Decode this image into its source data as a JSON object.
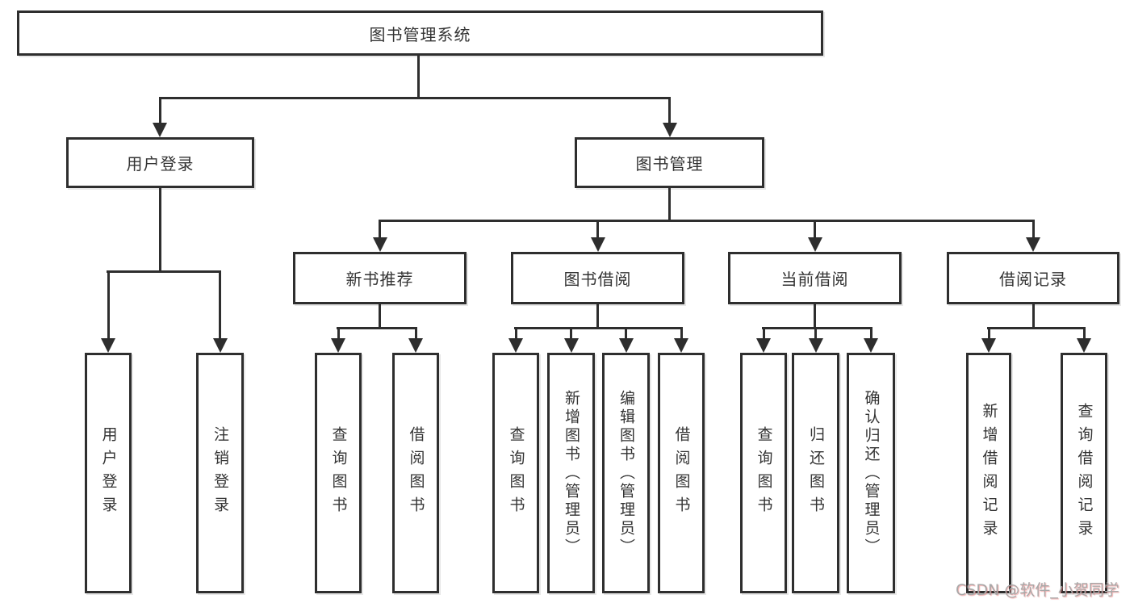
{
  "diagram_title": "图书管理系统",
  "tree": {
    "label": "图书管理系统",
    "children": [
      {
        "label": "用户登录",
        "children": [
          {
            "label": "用户登录"
          },
          {
            "label": "注销登录"
          }
        ]
      },
      {
        "label": "图书管理",
        "children": [
          {
            "label": "新书推荐",
            "children": [
              {
                "label": "查询图书"
              },
              {
                "label": "借阅图书"
              }
            ]
          },
          {
            "label": "图书借阅",
            "children": [
              {
                "label": "查询图书"
              },
              {
                "label": "新增图书（管理员）"
              },
              {
                "label": "编辑图书（管理员）"
              },
              {
                "label": "借阅图书"
              }
            ]
          },
          {
            "label": "当前借阅",
            "children": [
              {
                "label": "查询图书"
              },
              {
                "label": "归还图书"
              },
              {
                "label": "确认归还（管理员）"
              }
            ]
          },
          {
            "label": "借阅记录",
            "children": [
              {
                "label": "新增借阅记录"
              },
              {
                "label": "查询借阅记录"
              }
            ]
          }
        ]
      }
    ]
  },
  "watermark": {
    "text": "CSDN @软件_小贺同学"
  },
  "colors": {
    "line": "#2e2e2e",
    "text": "#333333",
    "background": "#ffffff",
    "watermark": "#a8a8a8",
    "watermark_shadow": "#e76b6b"
  }
}
